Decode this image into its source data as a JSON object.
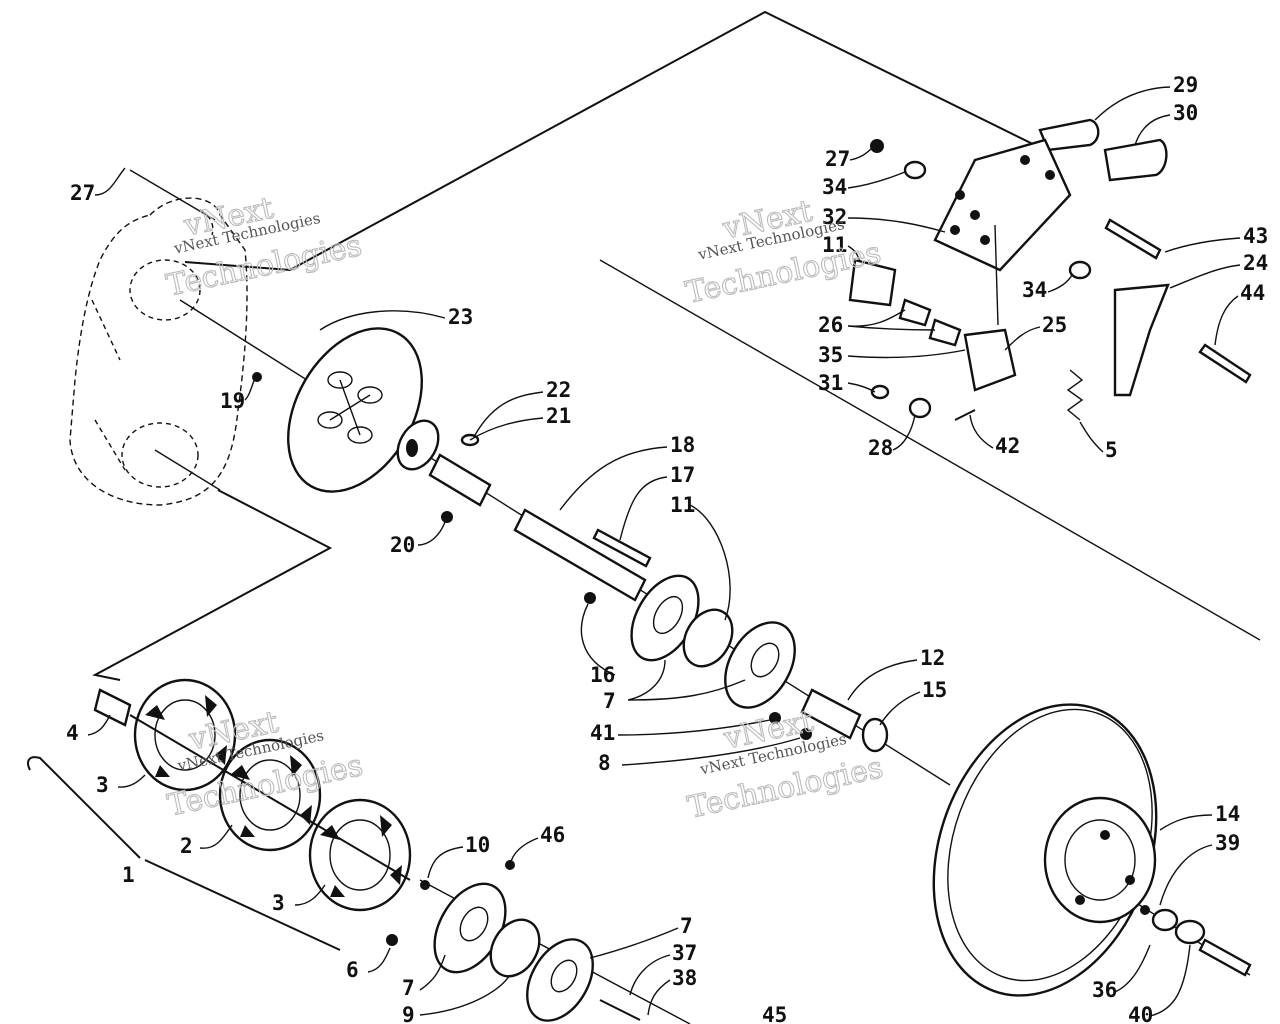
{
  "watermark": {
    "brand_line": "vNext",
    "company_line": "vNext Technologies",
    "tech_line": "Technologies"
  },
  "callouts": [
    {
      "id": "c27a",
      "text": "27"
    },
    {
      "id": "c19",
      "text": "19"
    },
    {
      "id": "c23",
      "text": "23"
    },
    {
      "id": "c22",
      "text": "22"
    },
    {
      "id": "c21",
      "text": "21"
    },
    {
      "id": "c20",
      "text": "20"
    },
    {
      "id": "c18",
      "text": "18"
    },
    {
      "id": "c17",
      "text": "17"
    },
    {
      "id": "c11a",
      "text": "11"
    },
    {
      "id": "c16",
      "text": "16"
    },
    {
      "id": "c7a",
      "text": "7"
    },
    {
      "id": "c41",
      "text": "41"
    },
    {
      "id": "c8",
      "text": "8"
    },
    {
      "id": "c12",
      "text": "12"
    },
    {
      "id": "c15",
      "text": "15"
    },
    {
      "id": "c4",
      "text": "4"
    },
    {
      "id": "c3a",
      "text": "3"
    },
    {
      "id": "c2",
      "text": "2"
    },
    {
      "id": "c1",
      "text": "1"
    },
    {
      "id": "c3b",
      "text": "3"
    },
    {
      "id": "c10",
      "text": "10"
    },
    {
      "id": "c46",
      "text": "46"
    },
    {
      "id": "c6",
      "text": "6"
    },
    {
      "id": "c7b",
      "text": "7"
    },
    {
      "id": "c9",
      "text": "9"
    },
    {
      "id": "c7c",
      "text": "7"
    },
    {
      "id": "c37",
      "text": "37"
    },
    {
      "id": "c38",
      "text": "38"
    },
    {
      "id": "c45",
      "text": "45"
    },
    {
      "id": "c14",
      "text": "14"
    },
    {
      "id": "c39",
      "text": "39"
    },
    {
      "id": "c36",
      "text": "36"
    },
    {
      "id": "c40",
      "text": "40"
    },
    {
      "id": "c29",
      "text": "29"
    },
    {
      "id": "c30",
      "text": "30"
    },
    {
      "id": "c27b",
      "text": "27"
    },
    {
      "id": "c34a",
      "text": "34"
    },
    {
      "id": "c32",
      "text": "32"
    },
    {
      "id": "c11b",
      "text": "11"
    },
    {
      "id": "c43",
      "text": "43"
    },
    {
      "id": "c24",
      "text": "24"
    },
    {
      "id": "c34b",
      "text": "34"
    },
    {
      "id": "c44",
      "text": "44"
    },
    {
      "id": "c26",
      "text": "26"
    },
    {
      "id": "c25",
      "text": "25"
    },
    {
      "id": "c35",
      "text": "35"
    },
    {
      "id": "c31",
      "text": "31"
    },
    {
      "id": "c28",
      "text": "28"
    },
    {
      "id": "c42",
      "text": "42"
    },
    {
      "id": "c5",
      "text": "5"
    }
  ]
}
